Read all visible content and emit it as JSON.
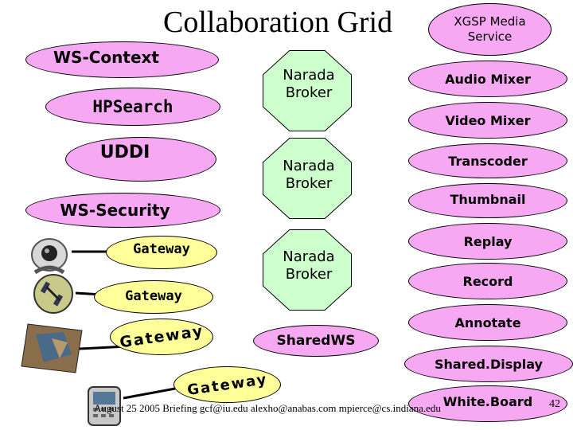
{
  "title": "Collaboration Grid",
  "left_services": {
    "ws_context": "WS-Context",
    "hpsearch": "HPSearch",
    "uddi": "UDDI",
    "ws_security": "WS-Security"
  },
  "gateways": [
    "Gateway",
    "Gateway",
    "Gateway",
    "Gateway"
  ],
  "brokers": [
    "Narada Broker",
    "Narada Broker",
    "Narada Broker"
  ],
  "shared_ws": "SharedWS",
  "media": {
    "header": "XGSP Media Service",
    "items": [
      "Audio Mixer",
      "Video Mixer",
      "Transcoder",
      "Thumbnail",
      "Replay",
      "Record",
      "Annotate",
      "Shared.Display",
      "White.Board"
    ]
  },
  "footer": "August 25 2005 Briefing   gcf@iu.edu  alexho@anabas.com mpierce@cs.indiana.edu",
  "page_number": "42",
  "colors": {
    "pill": "#f7a8f2",
    "gateway": "#ffff99",
    "broker": "#ccffcc"
  },
  "icons": [
    "webcam-icon",
    "satellite-icon",
    "map-icon",
    "phone-icon"
  ]
}
